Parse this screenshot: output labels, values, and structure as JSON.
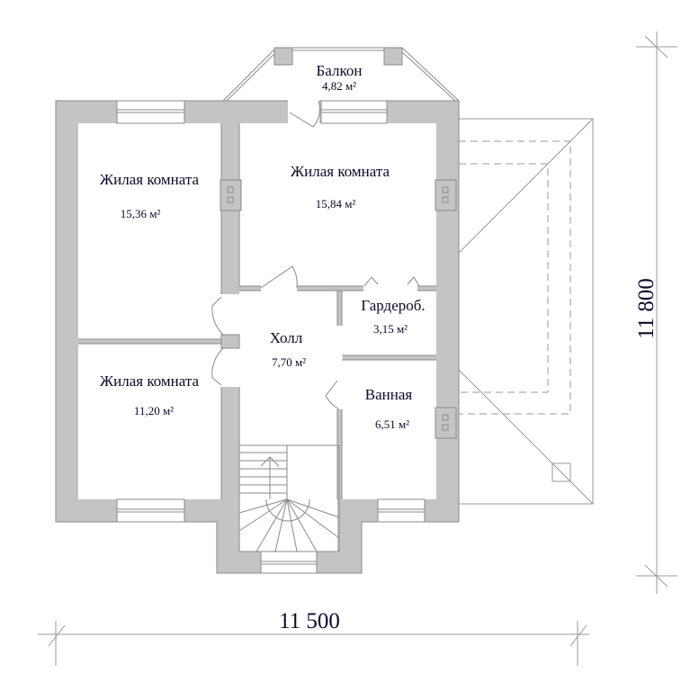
{
  "rooms": {
    "balcony": {
      "name": "Балкон",
      "area": "4,82 м²"
    },
    "living_top_left": {
      "name": "Жилая комната",
      "area": "15,36 м²"
    },
    "living_top_right": {
      "name": "Жилая комната",
      "area": "15,84 м²"
    },
    "living_bottom_left": {
      "name": "Жилая комната",
      "area": "11,20 м²"
    },
    "hall": {
      "name": "Холл",
      "area": "7,70 м²"
    },
    "wardrobe": {
      "name": "Гардероб.",
      "area": "3,15 м²"
    },
    "bathroom": {
      "name": "Ванная",
      "area": "6,51 м²"
    }
  },
  "dimensions": {
    "width": "11 500",
    "height": "11 800"
  },
  "colors": {
    "wall": "#c4c4c4",
    "outline": "#8a8a8a",
    "text": "#0b0b2a"
  }
}
